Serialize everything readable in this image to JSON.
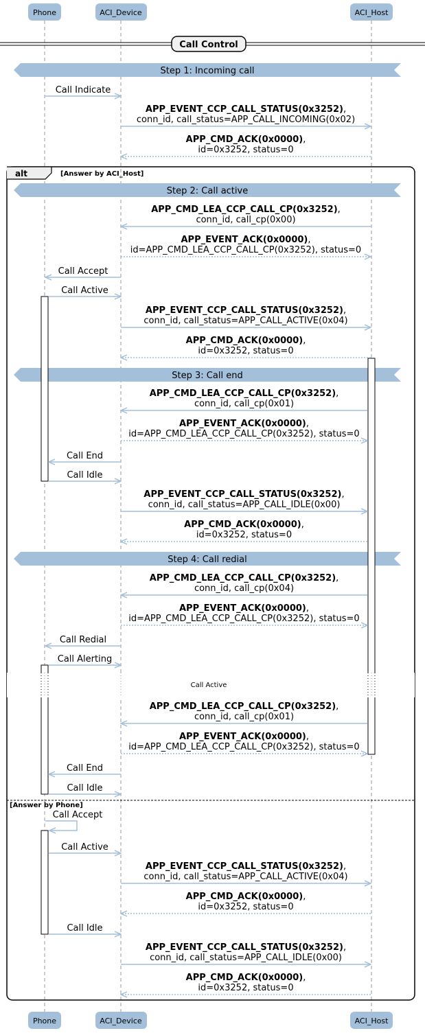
{
  "participants": {
    "phone": "Phone",
    "device": "ACI_Device",
    "host": "ACI_Host"
  },
  "section_title": "Call Control",
  "steps": {
    "s1": "Step 1: Incoming call",
    "s2": "Step 2: Call active",
    "s3": "Step 3: Call end",
    "s4": "Step 4: Call redial"
  },
  "alt": {
    "keyword": "alt",
    "guard1": "[Answer by ACI_Host]",
    "guard2": "[Answer by Phone]"
  },
  "delay_label": "Call Active",
  "messages": {
    "m1": "Call Indicate",
    "m2": {
      "bold": "APP_EVENT_CCP_CALL_STATUS(0x3252)",
      "comma": ",",
      "detail": "conn_id, call_status=APP_CALL_INCOMING(0x02)"
    },
    "m3": {
      "bold": "APP_CMD_ACK(0x0000)",
      "comma": ",",
      "detail": "id=0x3252, status=0"
    },
    "m4": {
      "bold": "APP_CMD_LEA_CCP_CALL_CP(0x3252)",
      "comma": ",",
      "detail": "conn_id, call_cp(0x00)"
    },
    "m5": {
      "bold": "APP_EVENT_ACK(0x0000)",
      "comma": ",",
      "detail": "id=APP_CMD_LEA_CCP_CALL_CP(0x3252), status=0"
    },
    "m6": "Call Accept",
    "m7": "Call Active",
    "m8": {
      "bold": "APP_EVENT_CCP_CALL_STATUS(0x3252)",
      "comma": ",",
      "detail": "conn_id, call_status=APP_CALL_ACTIVE(0x04)"
    },
    "m9": {
      "bold": "APP_CMD_ACK(0x0000)",
      "comma": ",",
      "detail": "id=0x3252, status=0"
    },
    "m10": {
      "bold": "APP_CMD_LEA_CCP_CALL_CP(0x3252)",
      "comma": ",",
      "detail": "conn_id, call_cp(0x01)"
    },
    "m11": {
      "bold": "APP_EVENT_ACK(0x0000)",
      "comma": ",",
      "detail": "id=APP_CMD_LEA_CCP_CALL_CP(0x3252), status=0"
    },
    "m12": "Call End",
    "m13": "Call Idle",
    "m14": {
      "bold": "APP_EVENT_CCP_CALL_STATUS(0x3252)",
      "comma": ",",
      "detail": "conn_id, call_status=APP_CALL_IDLE(0x00)"
    },
    "m15": {
      "bold": "APP_CMD_ACK(0x0000)",
      "comma": ",",
      "detail": "id=0x3252, status=0"
    },
    "m16": {
      "bold": "APP_CMD_LEA_CCP_CALL_CP(0x3252)",
      "comma": ",",
      "detail": "conn_id, call_cp(0x04)"
    },
    "m17": {
      "bold": "APP_EVENT_ACK(0x0000)",
      "comma": ",",
      "detail": "id=APP_CMD_LEA_CCP_CALL_CP(0x3252), status=0"
    },
    "m18": "Call Redial",
    "m19": "Call Alerting",
    "m20": {
      "bold": "APP_CMD_LEA_CCP_CALL_CP(0x3252)",
      "comma": ",",
      "detail": "conn_id, call_cp(0x01)"
    },
    "m21": {
      "bold": "APP_EVENT_ACK(0x0000)",
      "comma": ",",
      "detail": "id=APP_CMD_LEA_CCP_CALL_CP(0x3252), status=0"
    },
    "m22": "Call End",
    "m23": "Call Idle",
    "m24": "Call Accept",
    "m25": "Call Active",
    "m26": {
      "bold": "APP_EVENT_CCP_CALL_STATUS(0x3252)",
      "comma": ",",
      "detail": "conn_id, call_status=APP_CALL_ACTIVE(0x04)"
    },
    "m27": {
      "bold": "APP_CMD_ACK(0x0000)",
      "comma": ",",
      "detail": "id=0x3252, status=0"
    },
    "m28": "Call Idle",
    "m29": {
      "bold": "APP_EVENT_CCP_CALL_STATUS(0x3252)",
      "comma": ",",
      "detail": "conn_id, call_status=APP_CALL_IDLE(0x00)"
    },
    "m30": {
      "bold": "APP_CMD_ACK(0x0000)",
      "comma": ",",
      "detail": "id=0x3252, status=0"
    }
  },
  "colors": {
    "participant_fill": "#a3bfda",
    "arrow": "#a3bfda",
    "frame": "#000000",
    "lifeline": "#999999"
  }
}
